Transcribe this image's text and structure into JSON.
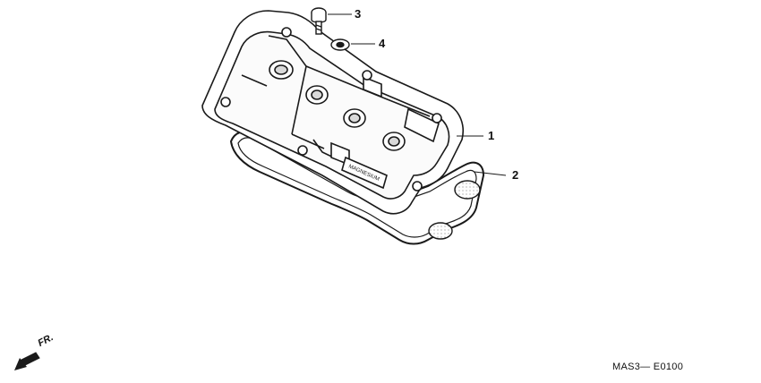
{
  "diagram": {
    "callouts": [
      {
        "id": "1",
        "label": "1"
      },
      {
        "id": "2",
        "label": "2"
      },
      {
        "id": "3",
        "label": "3"
      },
      {
        "id": "4",
        "label": "4"
      }
    ],
    "cover_text": "MAGNESIUM",
    "direction_label": "FR.",
    "diagram_code": "MAS3— E0100"
  },
  "colors": {
    "line": "#1a1a1a",
    "fill": "#ffffff",
    "shade": "#d9d9d9"
  }
}
